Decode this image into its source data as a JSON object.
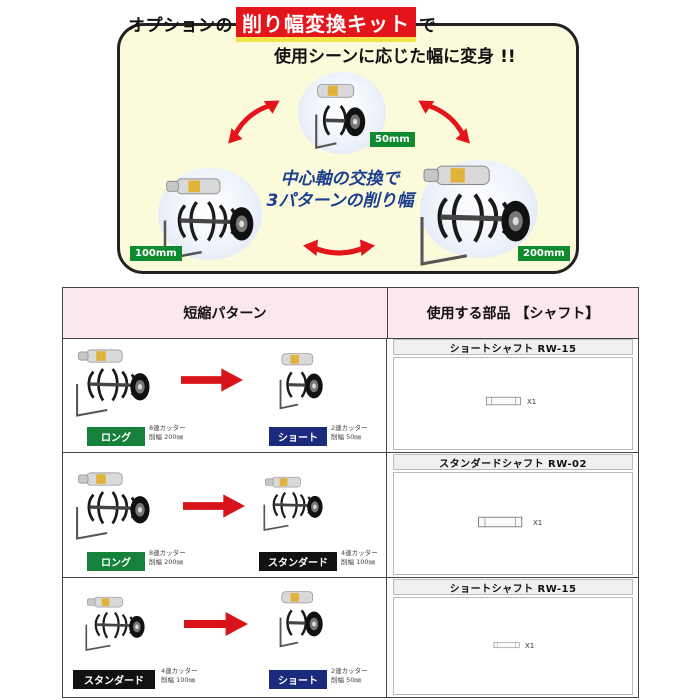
{
  "banner": {
    "headline_prefix": "オプションの",
    "headline_emphasis": "削り幅変換キット",
    "headline_suffix": "で",
    "subheadline": "使用シーンに応じた幅に変身 !!",
    "center_text_line1": "中心軸の交換で",
    "center_text_line2": "3パターンの削り幅",
    "labels": {
      "top": "50mm",
      "left": "100mm",
      "right": "200mm"
    }
  },
  "table": {
    "headers": {
      "pattern": "短縮パターン",
      "parts": "使用する部品 【シャフト】"
    },
    "rows": [
      {
        "from_label": "ロング",
        "from_spec_line1": "8連カッター",
        "from_spec_line2": "削幅 200㎜",
        "to_label": "ショート",
        "to_spec_line1": "2連カッター",
        "to_spec_line2": "削幅 50㎜",
        "part_name": "ショートシャフト RW-15",
        "quantity": "X1"
      },
      {
        "from_label": "ロング",
        "from_spec_line1": "8連カッター",
        "from_spec_line2": "削幅 200㎜",
        "to_label": "スタンダード",
        "to_spec_line1": "4連カッター",
        "to_spec_line2": "削幅 100㎜",
        "part_name": "スタンダードシャフト RW-02",
        "quantity": "X1"
      },
      {
        "from_label": "スタンダード",
        "from_spec_line1": "4連カッター",
        "from_spec_line2": "削幅 100㎜",
        "to_label": "ショート",
        "to_spec_line1": "2連カッター",
        "to_spec_line2": "削幅 50㎜",
        "part_name": "ショートシャフト RW-15",
        "quantity": "X1"
      }
    ]
  },
  "colors": {
    "accent_red": "#e4141b",
    "tag_green": "#0f8a2e",
    "navy": "#1b2a7d",
    "header_pink": "#fce6ef"
  }
}
